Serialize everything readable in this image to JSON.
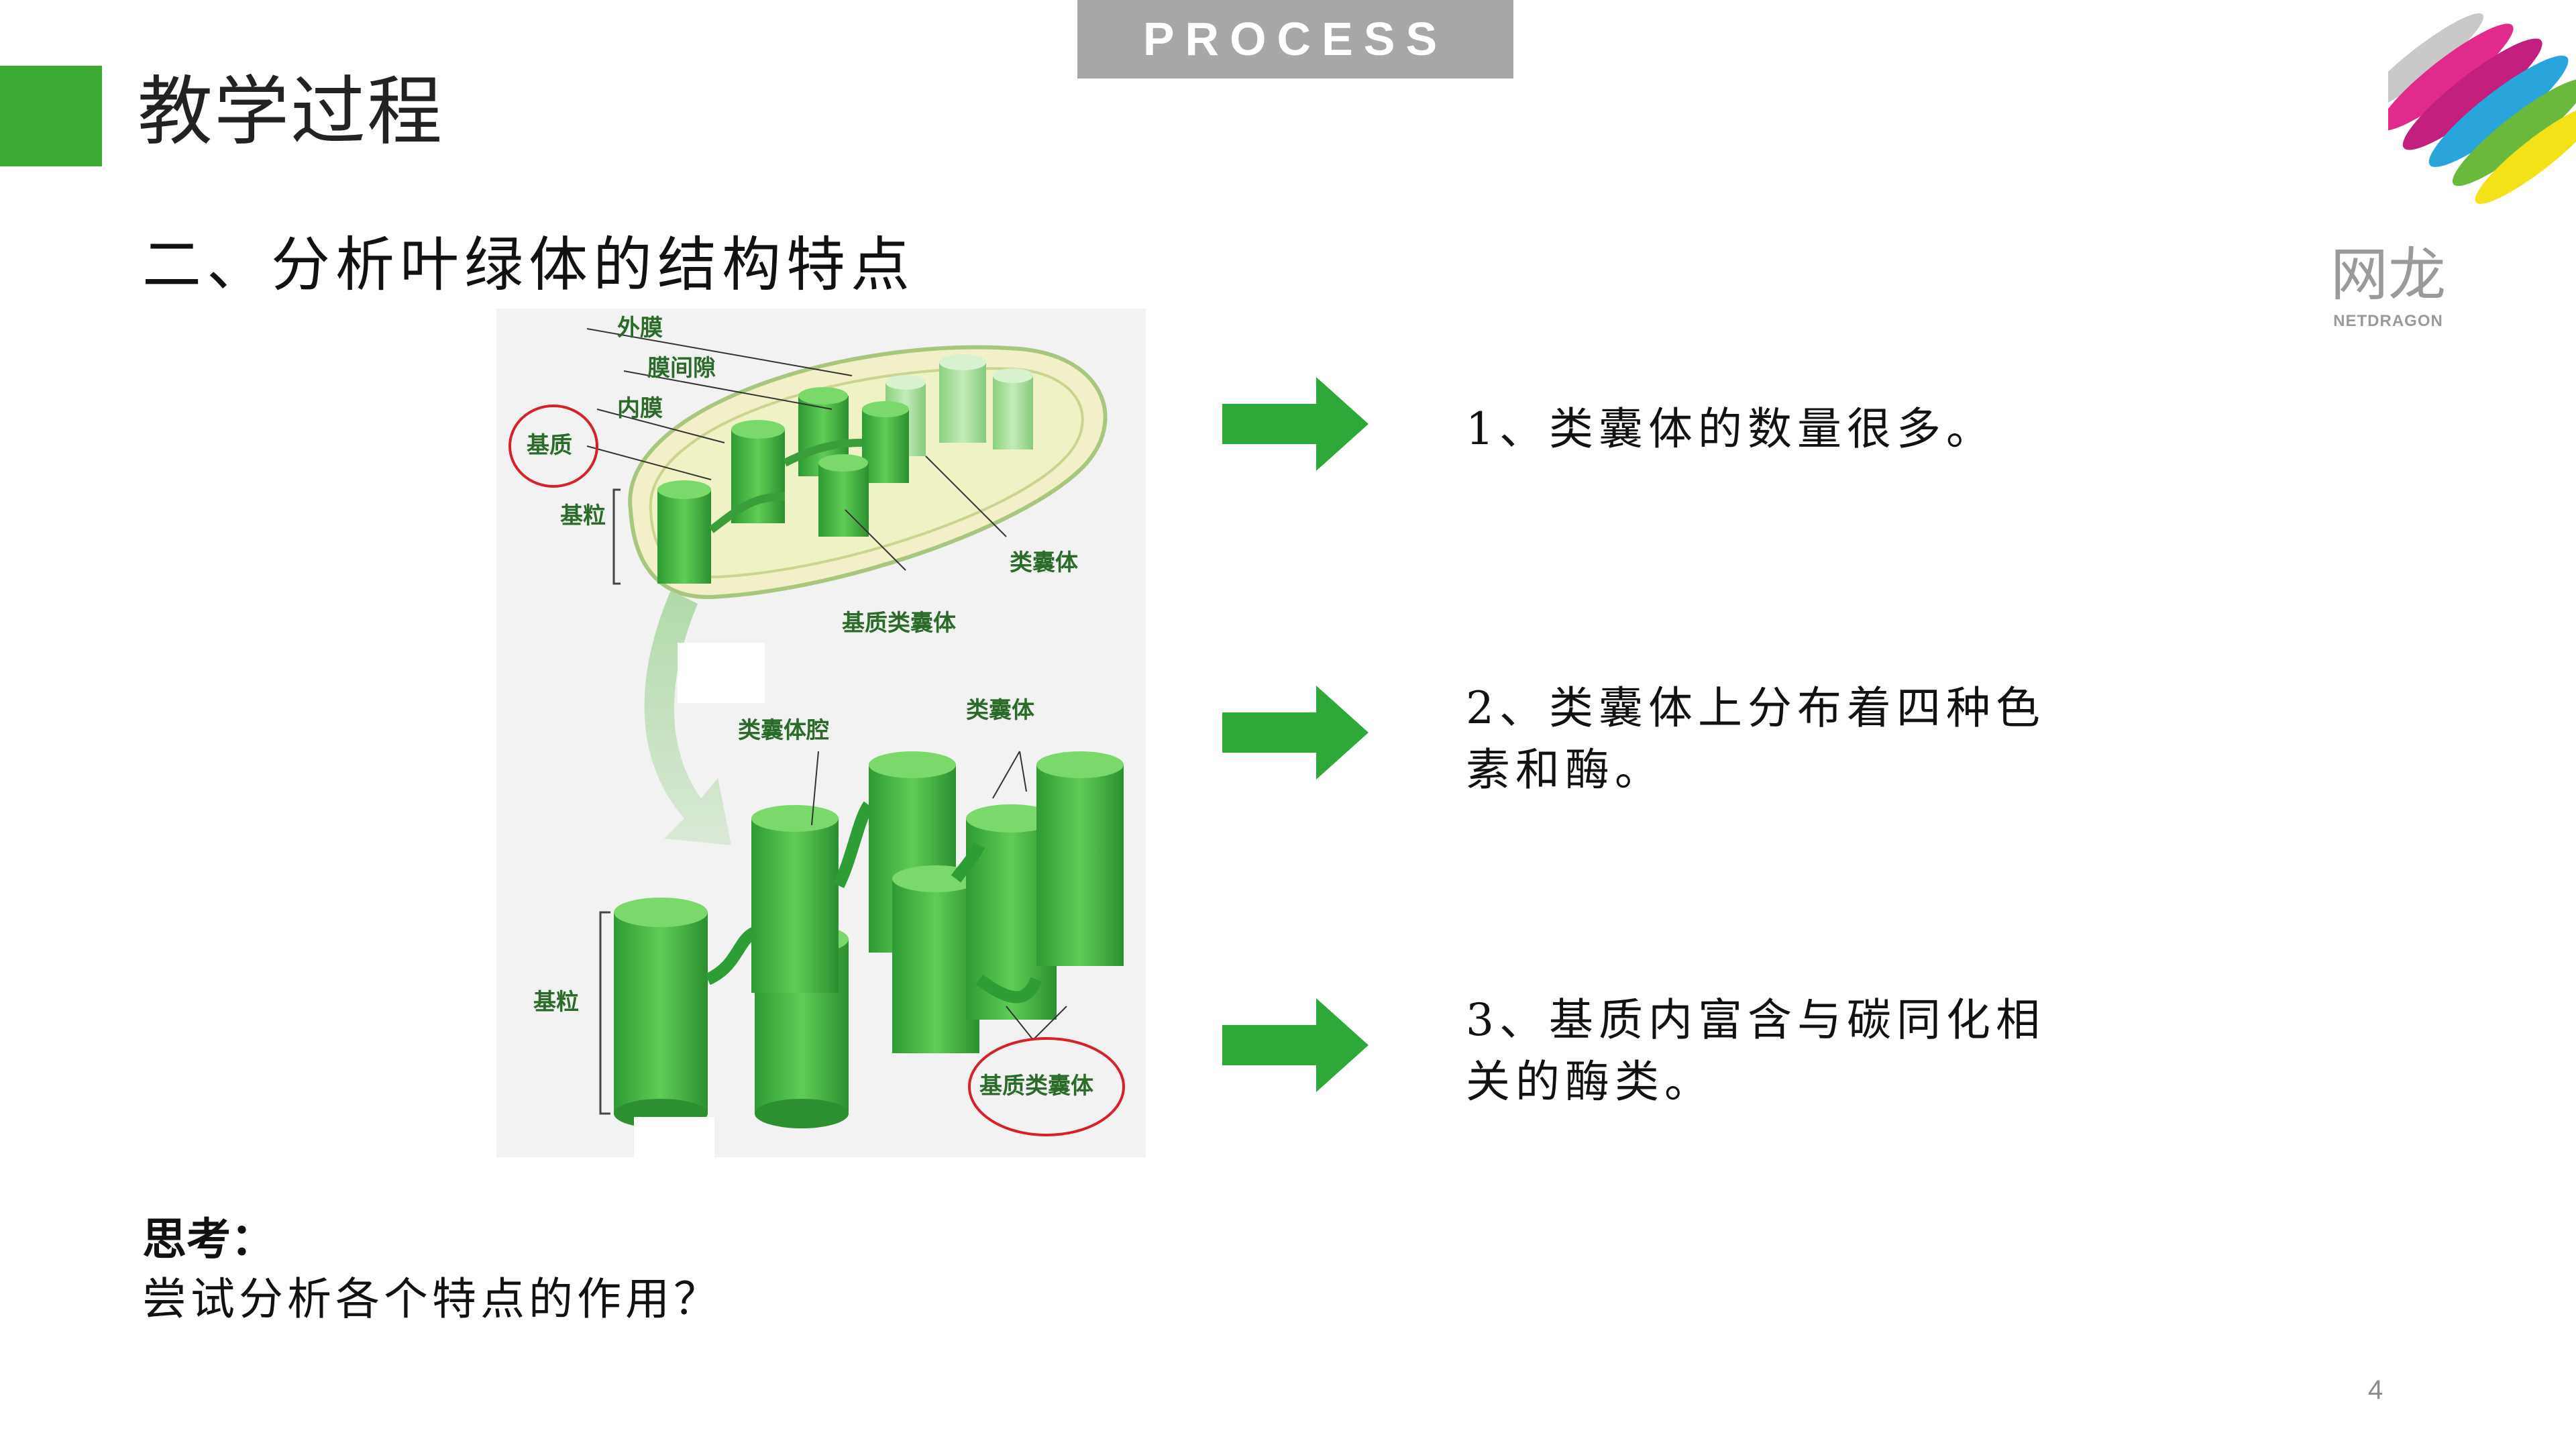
{
  "header": {
    "title": "教学过程",
    "tag": "PROCESS",
    "brand_cn": "网龙",
    "brand_en": "NETDRAGON",
    "accent_color": "#3aaa35"
  },
  "section": {
    "heading": "二、分析叶绿体的结构特点"
  },
  "figure": {
    "labels": {
      "outer_membrane": "外膜",
      "intermembrane_space": "膜间隙",
      "inner_membrane": "内膜",
      "stroma": "基质",
      "granum_top": "基粒",
      "thylakoid_top": "类囊体",
      "stroma_thylakoid_top": "基质类囊体",
      "thylakoid_lumen": "类囊体腔",
      "thylakoid_bottom": "类囊体",
      "granum_bottom": "基粒",
      "stroma_thylakoid_bottom": "基质类囊体"
    }
  },
  "points": [
    {
      "text": "1、类囊体的数量很多。"
    },
    {
      "text": "2、类囊体上分布着四种色素和酶。"
    },
    {
      "text": "3、基质内富含与碳同化相关的酶类。"
    }
  ],
  "think": {
    "label": "思考：",
    "question": "尝试分析各个特点的作用？"
  },
  "page_number": "4",
  "arrow_color": "#2fa83a",
  "highlight_color": "#d8202a"
}
